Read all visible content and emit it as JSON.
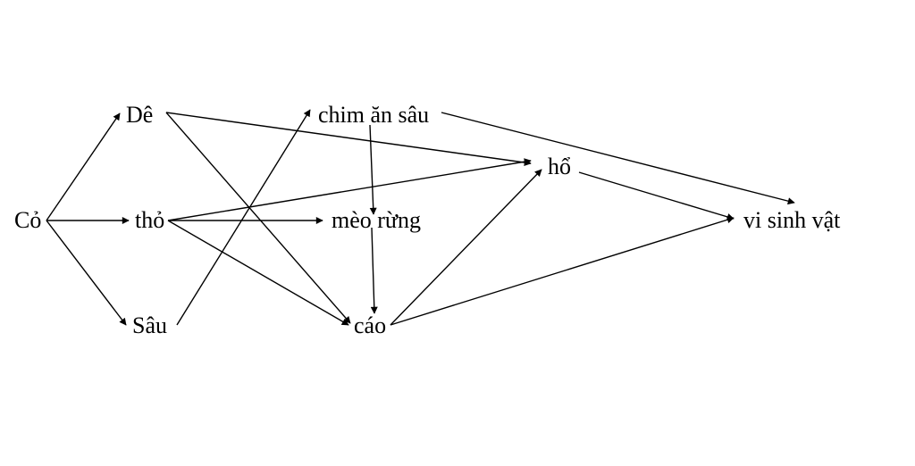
{
  "nodes": [
    {
      "id": "co",
      "label": "Cỏ"
    },
    {
      "id": "de",
      "label": "Dê"
    },
    {
      "id": "tho",
      "label": "thỏ"
    },
    {
      "id": "sau",
      "label": "Sâu"
    },
    {
      "id": "chim",
      "label": "chim ăn sâu"
    },
    {
      "id": "meo",
      "label": "mèo rừng"
    },
    {
      "id": "cao",
      "label": "cáo"
    },
    {
      "id": "ho",
      "label": "hổ"
    },
    {
      "id": "vsv",
      "label": "vi sinh vật"
    }
  ],
  "edges": [
    {
      "from": "co",
      "to": "de"
    },
    {
      "from": "co",
      "to": "tho"
    },
    {
      "from": "co",
      "to": "sau"
    },
    {
      "from": "de",
      "to": "ho"
    },
    {
      "from": "de",
      "to": "cao"
    },
    {
      "from": "tho",
      "to": "ho"
    },
    {
      "from": "tho",
      "to": "meo"
    },
    {
      "from": "tho",
      "to": "cao"
    },
    {
      "from": "sau",
      "to": "chim"
    },
    {
      "from": "chim",
      "to": "meo"
    },
    {
      "from": "chim",
      "to": "vsv"
    },
    {
      "from": "meo",
      "to": "cao"
    },
    {
      "from": "cao",
      "to": "ho"
    },
    {
      "from": "cao",
      "to": "vsv"
    },
    {
      "from": "ho",
      "to": "vsv"
    }
  ]
}
